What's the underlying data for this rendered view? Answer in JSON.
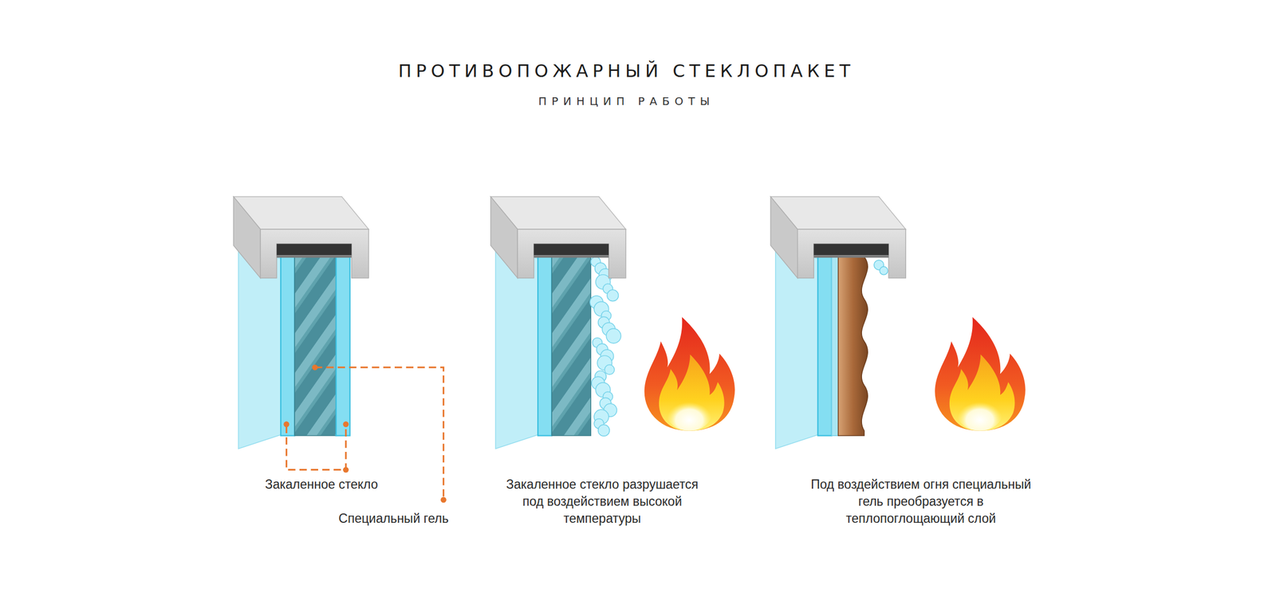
{
  "diagram": {
    "title": "ПРОТИВОПОЖАРНЫЙ СТЕКЛОПАКЕТ",
    "labels": [
      "ПРИНЦИП РАБОТЫ",
      "Закаленное стекло",
      "Специальный гель",
      "Закаленное стекло разрушается под воздействием высокой температуры",
      "Под воздействием огня специальный гель преобразуется в теплопоглощающий слой"
    ]
  }
}
